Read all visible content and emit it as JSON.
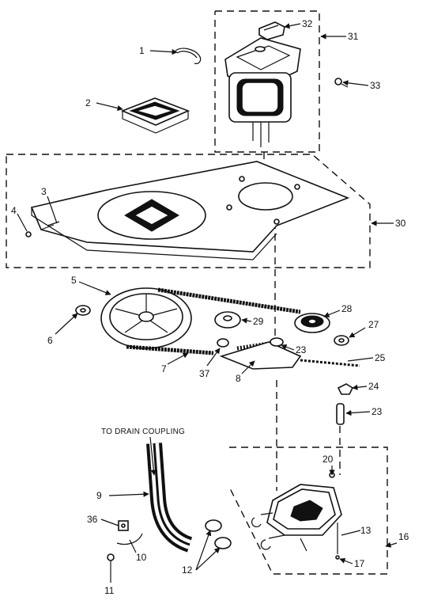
{
  "caption": "TO DRAIN COUPLING",
  "callouts": [
    {
      "id": "1",
      "label": "1"
    },
    {
      "id": "2",
      "label": "2"
    },
    {
      "id": "3",
      "label": "3"
    },
    {
      "id": "4",
      "label": "4"
    },
    {
      "id": "5",
      "label": "5"
    },
    {
      "id": "6",
      "label": "6"
    },
    {
      "id": "7",
      "label": "7"
    },
    {
      "id": "8",
      "label": "8"
    },
    {
      "id": "9",
      "label": "9"
    },
    {
      "id": "10",
      "label": "10"
    },
    {
      "id": "11",
      "label": "11"
    },
    {
      "id": "12",
      "label": "12"
    },
    {
      "id": "13",
      "label": "13"
    },
    {
      "id": "16",
      "label": "16"
    },
    {
      "id": "17",
      "label": "17"
    },
    {
      "id": "20",
      "label": "20"
    },
    {
      "id": "23a",
      "label": "23"
    },
    {
      "id": "23b",
      "label": "23"
    },
    {
      "id": "24",
      "label": "24"
    },
    {
      "id": "25",
      "label": "25"
    },
    {
      "id": "27",
      "label": "27"
    },
    {
      "id": "28",
      "label": "28"
    },
    {
      "id": "29",
      "label": "29"
    },
    {
      "id": "30",
      "label": "30"
    },
    {
      "id": "31",
      "label": "31"
    },
    {
      "id": "32",
      "label": "32"
    },
    {
      "id": "33",
      "label": "33"
    },
    {
      "id": "36",
      "label": "36"
    },
    {
      "id": "37",
      "label": "37"
    }
  ]
}
